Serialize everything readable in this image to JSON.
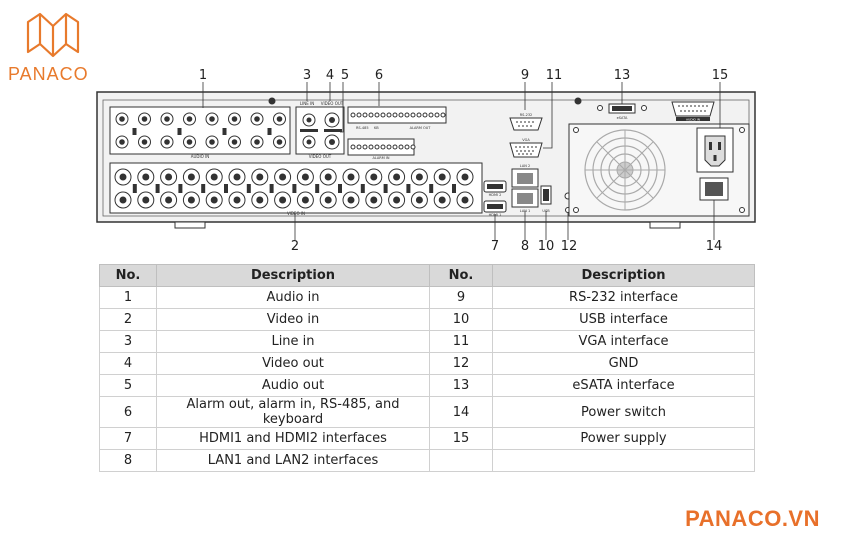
{
  "brand": {
    "logo_text": "PANACO",
    "site": "PANACO.VN",
    "accent": "#e8702a"
  },
  "callouts": {
    "top": [
      "1",
      "3",
      "4",
      "5",
      "6",
      "9",
      "11",
      "13",
      "15"
    ],
    "bottom": [
      "2",
      "7",
      "8",
      "10",
      "12",
      "14"
    ]
  },
  "panel_labels": {
    "audio_in": "AUDIO IN",
    "video_in": "VIDEO IN",
    "line_in": "LINE IN",
    "video_out_top": "VIDEO OUT",
    "video_out_bottom": "VIDEO OUT",
    "rs485": "RS-485",
    "kb": "KB",
    "alarm_out": "ALARM OUT",
    "alarm_in": "ALARM IN",
    "rs232": "RS-232",
    "vga": "VGA",
    "lan2": "LAN 2",
    "lan1": "LAN 1",
    "hdmi2": "HDMI 2",
    "hdmi1": "HDMI 1",
    "usb": "USB",
    "esata": "eSATA",
    "audio_in2": "AUDIO IN"
  },
  "table": {
    "headers": [
      "No.",
      "Description",
      "No.",
      "Description"
    ],
    "rows": [
      {
        "no1": "1",
        "desc1": "Audio in",
        "no2": "9",
        "desc2": "RS-232 interface"
      },
      {
        "no1": "2",
        "desc1": "Video in",
        "no2": "10",
        "desc2": "USB interface"
      },
      {
        "no1": "3",
        "desc1": "Line in",
        "no2": "11",
        "desc2": "VGA interface"
      },
      {
        "no1": "4",
        "desc1": "Video out",
        "no2": "12",
        "desc2": "GND"
      },
      {
        "no1": "5",
        "desc1": "Audio out",
        "no2": "13",
        "desc2": "eSATA interface"
      },
      {
        "no1": "6",
        "desc1": "Alarm out, alarm in, RS-485, and keyboard",
        "no2": "14",
        "desc2": "Power switch"
      },
      {
        "no1": "7",
        "desc1": "HDMI1 and HDMI2 interfaces",
        "no2": "15",
        "desc2": "Power supply"
      },
      {
        "no1": "8",
        "desc1": "LAN1 and LAN2 interfaces",
        "no2": "",
        "desc2": ""
      }
    ]
  }
}
